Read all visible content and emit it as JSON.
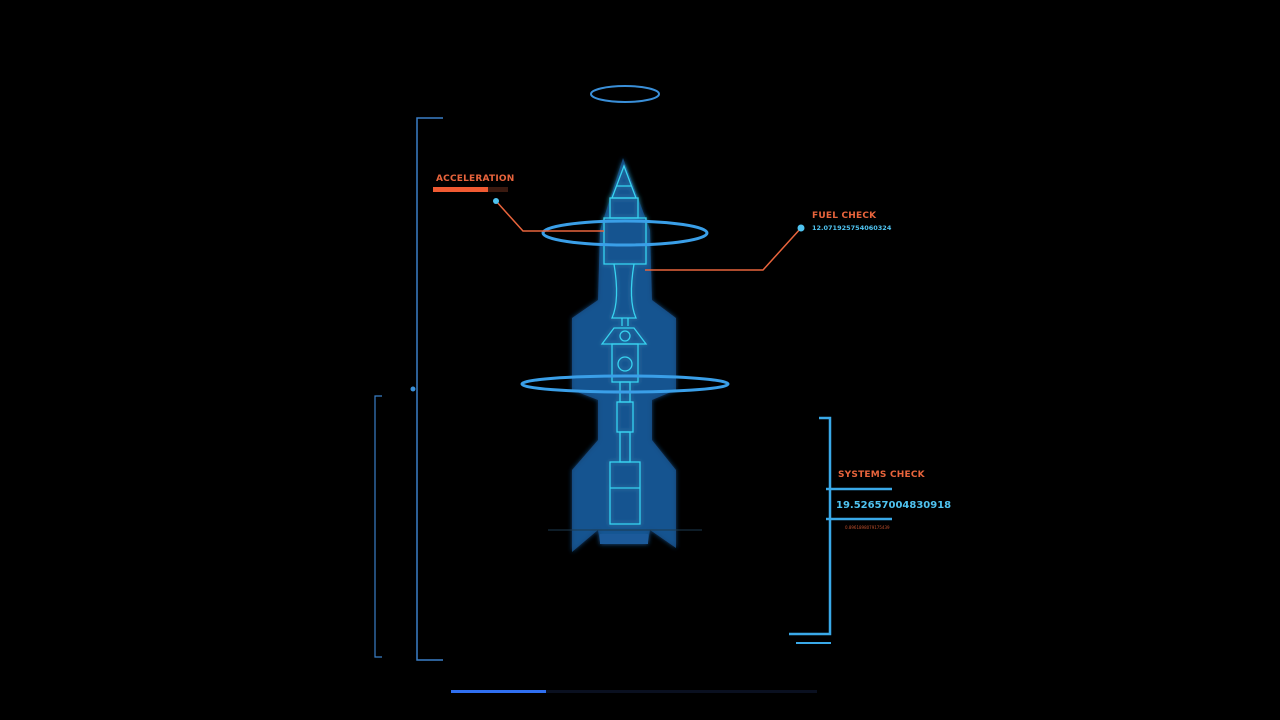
{
  "hud": {
    "acceleration": {
      "label": "ACCELERATION",
      "level": 0.73
    },
    "fuel_check": {
      "label": "FUEL CHECK",
      "value": "12.071925754060324"
    },
    "systems_check": {
      "label": "SYSTEMS CHECK",
      "value": "19.52657004830918",
      "sub_value": "0.8961898079175439"
    },
    "progress": 0.26
  },
  "colors": {
    "accent_orange": "#e8643c",
    "hud_blue": "#3a8fd8",
    "hologram_cyan": "#39d3f0",
    "progress_blue": "#2f6ff0"
  }
}
